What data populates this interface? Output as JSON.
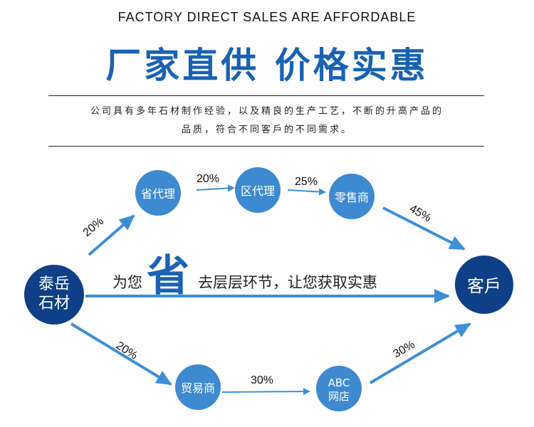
{
  "header": {
    "title_en": "FACTORY DIRECT SALES ARE AFFORDABLE",
    "title_cn": "厂家直供  价格实惠"
  },
  "intro": {
    "line1": "公司具有多年石材制作经验，以及精良的生产工艺，不断的升高产品的",
    "line2": "品质，符合不同客戶的不同需求。"
  },
  "nodes": {
    "source": {
      "line1": "泰岳",
      "line2": "石材"
    },
    "provincial": {
      "label": "省代理"
    },
    "district": {
      "label": "区代理"
    },
    "retailer": {
      "label": "零售商"
    },
    "customer": {
      "label": "客戶"
    },
    "trader": {
      "label": "贸易商"
    },
    "abc": {
      "line1": "ABC",
      "line2": "网店"
    }
  },
  "edges": {
    "source_provincial": "20%",
    "provincial_district": "20%",
    "district_retailer": "25%",
    "retailer_customer": "45%",
    "source_trader": "20%",
    "trader_abc": "30%",
    "abc_customer": "30%"
  },
  "slogan": {
    "prefix": "为您",
    "big": "省",
    "suffix": "去层层环节，让您获取实惠"
  },
  "colors": {
    "brand_blue": "#1a62b4",
    "dark_blue": "#0f3f86",
    "light_blue": "#3e8ad0",
    "arrow_blue": "#3f8fd6"
  }
}
